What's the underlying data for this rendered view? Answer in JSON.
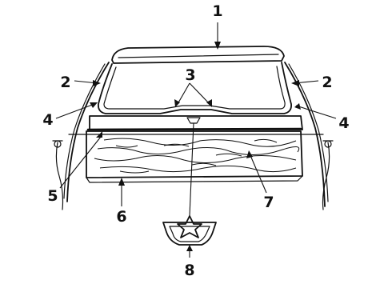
{
  "callouts": {
    "c1": "1",
    "c2_left": "2",
    "c2_right": "2",
    "c3": "3",
    "c4_left": "4",
    "c4_right": "4",
    "c5": "5",
    "c6": "6",
    "c7": "7",
    "c8": "8"
  }
}
